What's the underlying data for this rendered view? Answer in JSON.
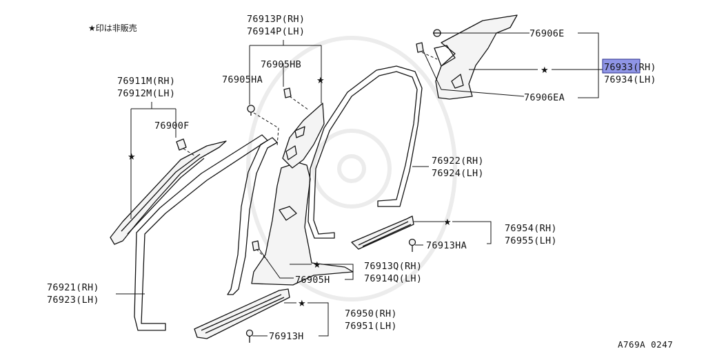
{
  "note": "★印は非販売",
  "footer_code": "A769A 0247",
  "highlight_color": "#8f95e6",
  "labels": {
    "p76913P": "76913P(RH)",
    "p76914P": "76914P(LH)",
    "p76905HB": "76905HB",
    "p76905HA": "76905HA",
    "p76911M": "76911M(RH)",
    "p76912M": "76912M(LH)",
    "p76900F": "76900F",
    "p76906E": "76906E",
    "p76933": "76933(RH)",
    "p76934": "76934(LH)",
    "p76906EA": "76906EA",
    "p76922": "76922(RH)",
    "p76924": "76924(LH)",
    "p76954": "76954(RH)",
    "p76955": "76955(LH)",
    "p76913HA": "76913HA",
    "p76913Q": "76913Q(RH)",
    "p76914Q": "76914Q(LH)",
    "p76905H": "76905H",
    "p76921": "76921(RH)",
    "p76923": "76923(LH)",
    "p76950": "76950(RH)",
    "p76951": "76951(LH)",
    "p76913H": "76913H"
  }
}
